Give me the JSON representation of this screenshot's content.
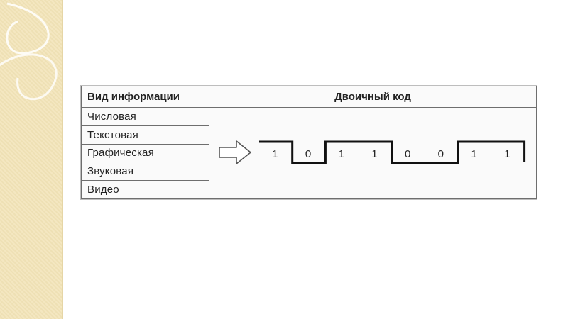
{
  "table": {
    "header_type": "Вид информации",
    "header_code": "Двоичный код",
    "types": [
      "Числовая",
      "Текстовая",
      "Графическая",
      "Звуковая",
      "Видео"
    ]
  },
  "signal": {
    "bits": [
      "1",
      "0",
      "1",
      "1",
      "0",
      "0",
      "1",
      "1"
    ]
  },
  "colors": {
    "side_band": "#f3e4b8",
    "line": "#111111"
  },
  "icons": [
    "arrow-right-outline-icon"
  ]
}
